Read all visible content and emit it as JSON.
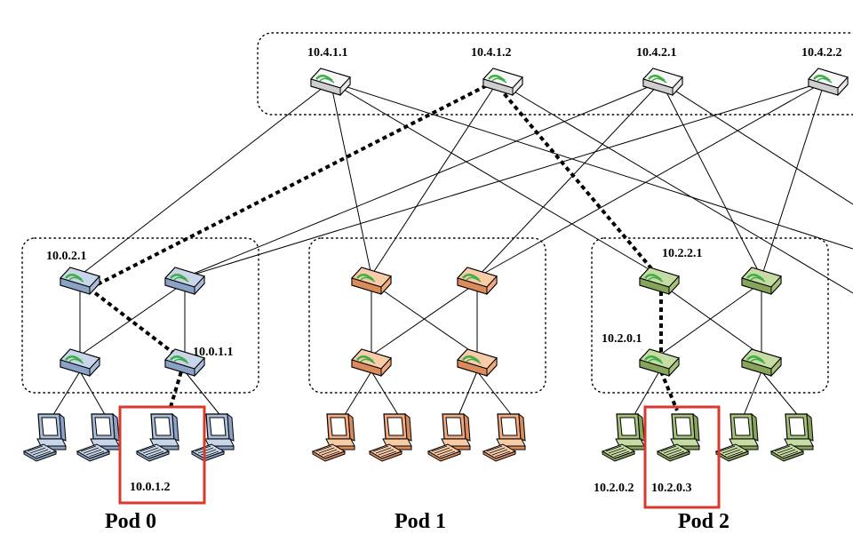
{
  "colors": {
    "core": "#e8e8e8",
    "pod0": "#a9bddb",
    "pod1": "#f2ab7e",
    "pod2": "#a7c27a",
    "highlight": "#d9382c",
    "indicator": "#3fae49"
  },
  "core": {
    "s1": "10.4.1.1",
    "s2": "10.4.1.2",
    "s3": "10.4.2.1",
    "s4": "10.4.2.2"
  },
  "pods": {
    "p0": {
      "label": "Pod 0",
      "agg_left": "10.0.2.1",
      "edge_right": "10.0.1.1",
      "host": "10.0.1.2"
    },
    "p1": {
      "label": "Pod 1"
    },
    "p2": {
      "label": "Pod 2",
      "agg_left": "10.2.2.1",
      "edge_left": "10.2.0.1",
      "host_a": "10.2.0.2",
      "host_b": "10.2.0.3"
    }
  },
  "icons": [
    "router-icon",
    "computer-icon"
  ]
}
